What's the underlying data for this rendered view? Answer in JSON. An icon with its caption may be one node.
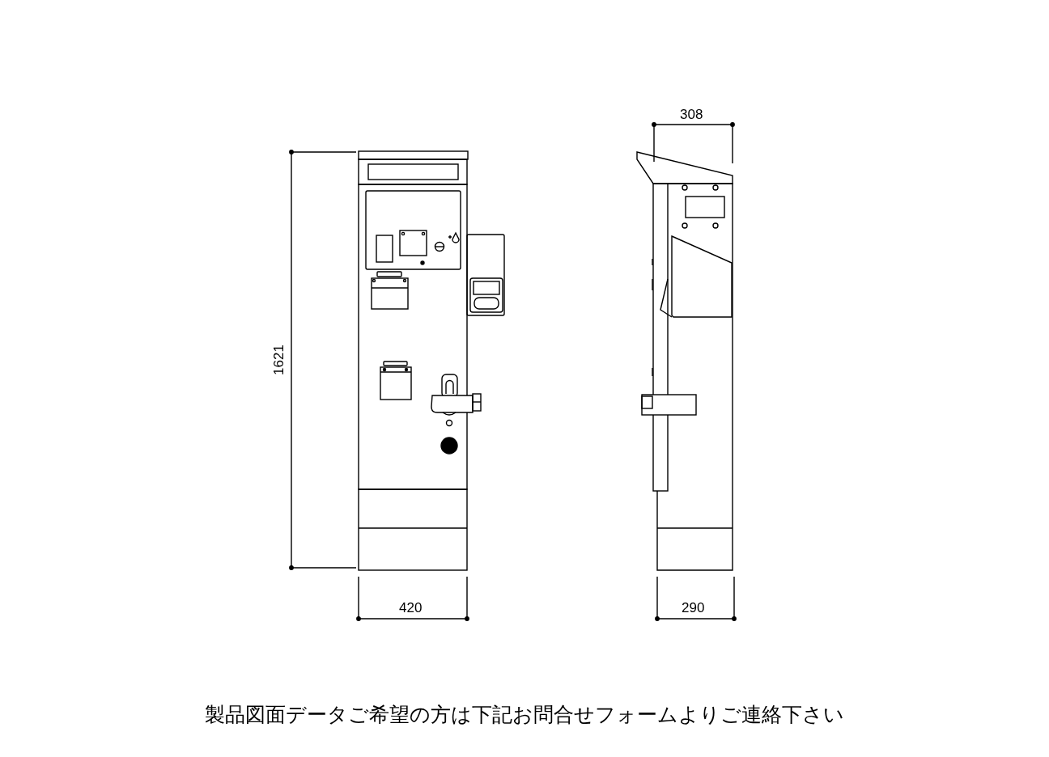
{
  "diagram": {
    "caption": "製品図面データご希望の方は下記お問合せフォームよりご連絡下さい",
    "labels": [
      "308",
      "1621",
      "420",
      "290"
    ]
  }
}
